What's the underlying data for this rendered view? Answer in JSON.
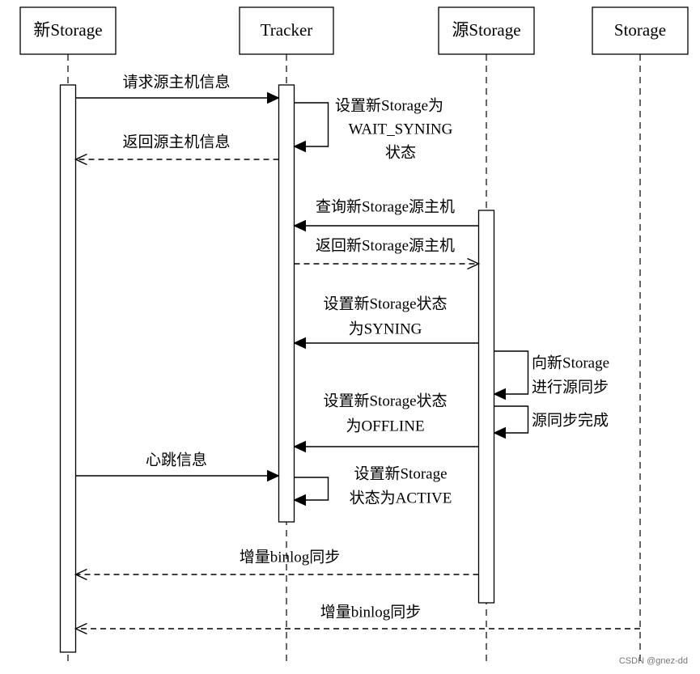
{
  "participants": [
    {
      "id": "new_storage",
      "name": "新Storage"
    },
    {
      "id": "tracker",
      "name": "Tracker"
    },
    {
      "id": "src_storage",
      "name": "源Storage"
    },
    {
      "id": "storage",
      "name": "Storage"
    }
  ],
  "messages": [
    {
      "id": "m1",
      "from": "new_storage",
      "to": "tracker",
      "style": "solid",
      "head": "filled",
      "lines": [
        "请求源主机信息"
      ]
    },
    {
      "id": "m2",
      "from": "tracker",
      "to": "tracker",
      "style": "solid",
      "head": "filled",
      "lines": [
        "设置新Storage为",
        "WAIT_SYNING",
        "状态"
      ]
    },
    {
      "id": "m3",
      "from": "tracker",
      "to": "new_storage",
      "style": "dashed",
      "head": "open",
      "lines": [
        "返回源主机信息"
      ]
    },
    {
      "id": "m4",
      "from": "src_storage",
      "to": "tracker",
      "style": "solid",
      "head": "filled",
      "lines": [
        "查询新Storage源主机"
      ]
    },
    {
      "id": "m5",
      "from": "tracker",
      "to": "src_storage",
      "style": "dashed",
      "head": "open",
      "lines": [
        "返回新Storage源主机"
      ]
    },
    {
      "id": "m6",
      "from": "src_storage",
      "to": "tracker",
      "style": "solid",
      "head": "filled",
      "lines": [
        "设置新Storage状态",
        "为SYNING"
      ]
    },
    {
      "id": "m7",
      "from": "src_storage",
      "to": "src_storage",
      "style": "solid",
      "head": "filled",
      "lines": [
        "向新Storage",
        "进行源同步"
      ]
    },
    {
      "id": "m8",
      "from": "src_storage",
      "to": "src_storage",
      "style": "solid",
      "head": "filled",
      "lines": [
        "源同步完成"
      ]
    },
    {
      "id": "m9",
      "from": "src_storage",
      "to": "tracker",
      "style": "solid",
      "head": "filled",
      "lines": [
        "设置新Storage状态",
        "为OFFLINE"
      ]
    },
    {
      "id": "m10",
      "from": "new_storage",
      "to": "tracker",
      "style": "solid",
      "head": "filled",
      "lines": [
        "心跳信息"
      ]
    },
    {
      "id": "m11",
      "from": "tracker",
      "to": "tracker",
      "style": "solid",
      "head": "filled",
      "lines": [
        "设置新Storage",
        "状态为ACTIVE"
      ]
    },
    {
      "id": "m12",
      "from": "src_storage",
      "to": "new_storage",
      "style": "dashed",
      "head": "open",
      "lines": [
        "增量binlog同步"
      ]
    },
    {
      "id": "m13",
      "from": "storage",
      "to": "new_storage",
      "style": "dashed",
      "head": "open",
      "lines": [
        "增量binlog同步"
      ]
    }
  ],
  "watermark": "CSDN @gnez-dd"
}
